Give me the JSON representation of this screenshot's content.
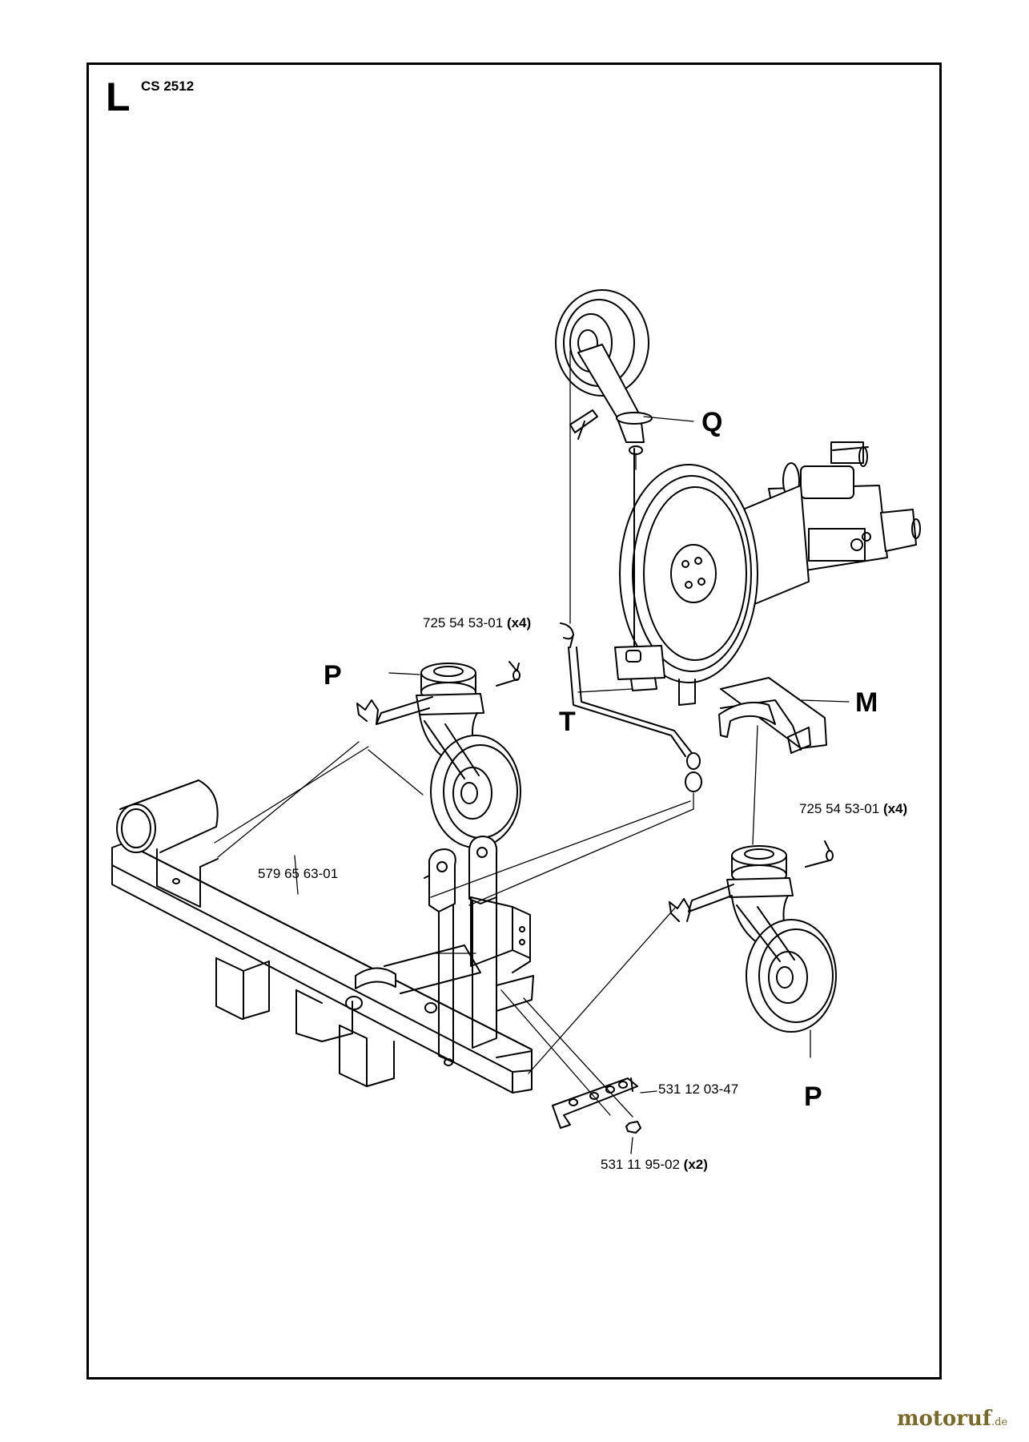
{
  "page": {
    "section_letter": "L",
    "model": "CS 2512"
  },
  "callouts": {
    "Q": "Q",
    "M": "M",
    "T": "T",
    "P_left": "P",
    "P_right": "P"
  },
  "part_numbers": {
    "bolt_left": {
      "number": "725 54 53-01",
      "qty": "(x4)"
    },
    "bolt_right": {
      "number": "725 54 53-01",
      "qty": "(x4)"
    },
    "frame": {
      "number": "579 65 63-01"
    },
    "bracket": {
      "number": "531 12 03-47"
    },
    "nut": {
      "number": "531 11 95-02",
      "qty": "(x2)"
    }
  },
  "watermark": {
    "brand": "motoruf",
    "tld": ".de"
  },
  "colors": {
    "line": "#000000",
    "watermark": "#7a6a2a"
  }
}
